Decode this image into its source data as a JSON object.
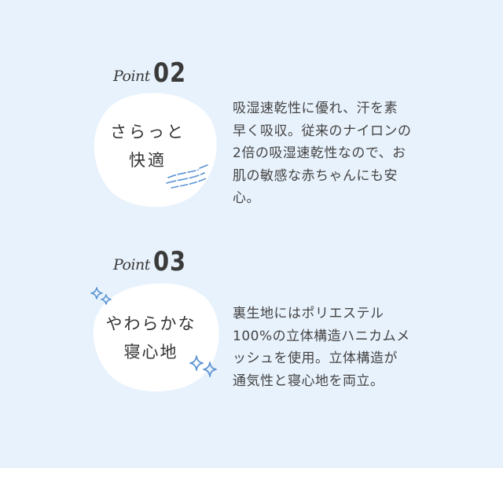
{
  "points": [
    {
      "label_word": "Point",
      "label_number": "02",
      "title_lines": [
        "さらっと",
        "快適"
      ],
      "description_lines": [
        "吸湿速乾性に優れ、汗を素",
        "早く吸収。従来のナイロンの",
        "2倍の吸湿速乾性なので、お",
        "肌の敏感な赤ちゃんにも安",
        "心。"
      ],
      "icon": "wind-lines-icon"
    },
    {
      "label_word": "Point",
      "label_number": "03",
      "title_lines": [
        "やわらかな",
        "寝心地"
      ],
      "description_lines": [
        "裏生地にはポリエステル",
        "100%の立体構造ハニカムメ",
        "ッシュを使用。立体構造が",
        "通気性と寝心地を両立。"
      ],
      "icon": "sparkle-icon"
    }
  ],
  "colors": {
    "background": "#e8f2fc",
    "blob": "#ffffff",
    "accent": "#5b93d3",
    "text": "#444444"
  }
}
